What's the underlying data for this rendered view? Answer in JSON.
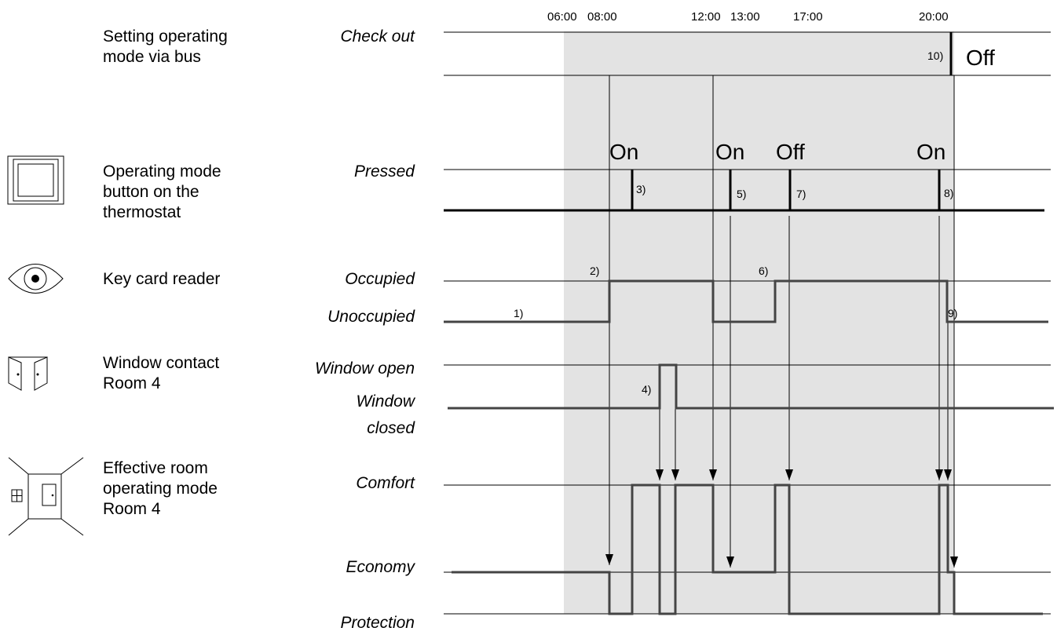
{
  "times": [
    "06:00",
    "08:00",
    "12:00",
    "13:00",
    "17:00",
    "20:00"
  ],
  "descriptions": {
    "bus": [
      "Setting operating",
      "mode via bus"
    ],
    "button": [
      "Operating mode",
      "button on the",
      "thermostat"
    ],
    "keycard": [
      "Key card reader"
    ],
    "window": [
      "Window contact",
      "Room 4"
    ],
    "effective": [
      "Effective room",
      "operating mode",
      "Room 4"
    ]
  },
  "signals": {
    "check_out": "Check out",
    "pressed": "Pressed",
    "occupied": "Occupied",
    "unoccupied": "Unoccupied",
    "window_open": "Window open",
    "window_closed": [
      "Window",
      "closed"
    ],
    "comfort": "Comfort",
    "economy": "Economy",
    "protection": "Protection"
  },
  "events": {
    "on": "On",
    "off": "Off"
  },
  "notes": [
    "1)",
    "2)",
    "3)",
    "4)",
    "5)",
    "6)",
    "7)",
    "8)",
    "9)",
    "10)"
  ],
  "icons": {
    "thermostat": "thermostat-icon",
    "keycard": "eye-icon",
    "window": "window-contact-icon",
    "room": "room-icon"
  },
  "colors": {
    "shaded_period": "#e3e3e3",
    "line": "#000000",
    "mode_line": "#444444"
  }
}
